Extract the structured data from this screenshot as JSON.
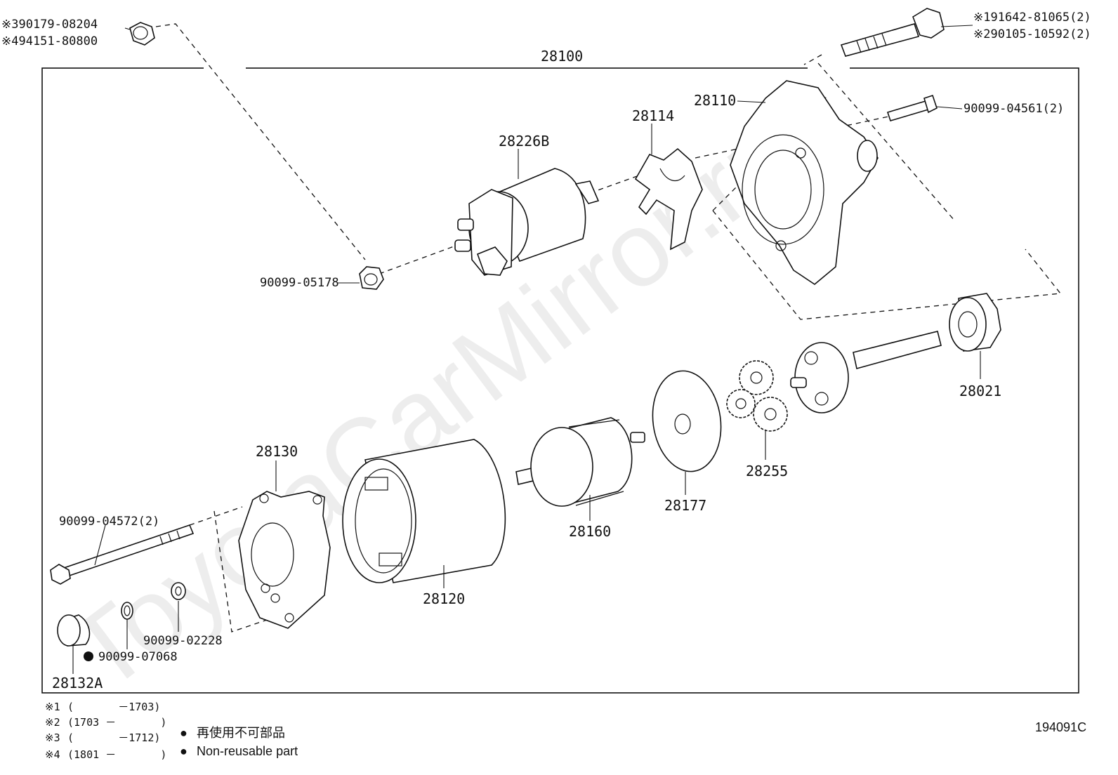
{
  "assembly": {
    "number": "28100"
  },
  "labels": {
    "p28226b": "28226B",
    "p28114": "28114",
    "p28110": "28110",
    "p90099_04561": "90099-04561(2)",
    "p91642": "※191642-81065(2)",
    "p90105": "※290105-10592(2)",
    "p90179": "※390179-08204",
    "p94151": "※494151-80800",
    "p90099_05178": "90099-05178",
    "p28021": "28021",
    "p28255": "28255",
    "p28177": "28177",
    "p28160": "28160",
    "p28120": "28120",
    "p28130": "28130",
    "p90099_04572": "90099-04572(2)",
    "p90099_02228": "90099-02228",
    "p90099_07068": "90099-07068",
    "p28132a": "28132A"
  },
  "notes": [
    {
      "mark": "※1",
      "range": "(       －1703)"
    },
    {
      "mark": "※2",
      "range": "(1703 －       )"
    },
    {
      "mark": "※3",
      "range": "(       －1712)"
    },
    {
      "mark": "※4",
      "range": "(1801 －       )"
    }
  ],
  "legend": {
    "symbol": "●",
    "line_ja": "再使用不可部品",
    "line_en": "Non-reusable part"
  },
  "diagram_code": "194091C",
  "watermark": "ToyotaCarMirror.ru"
}
